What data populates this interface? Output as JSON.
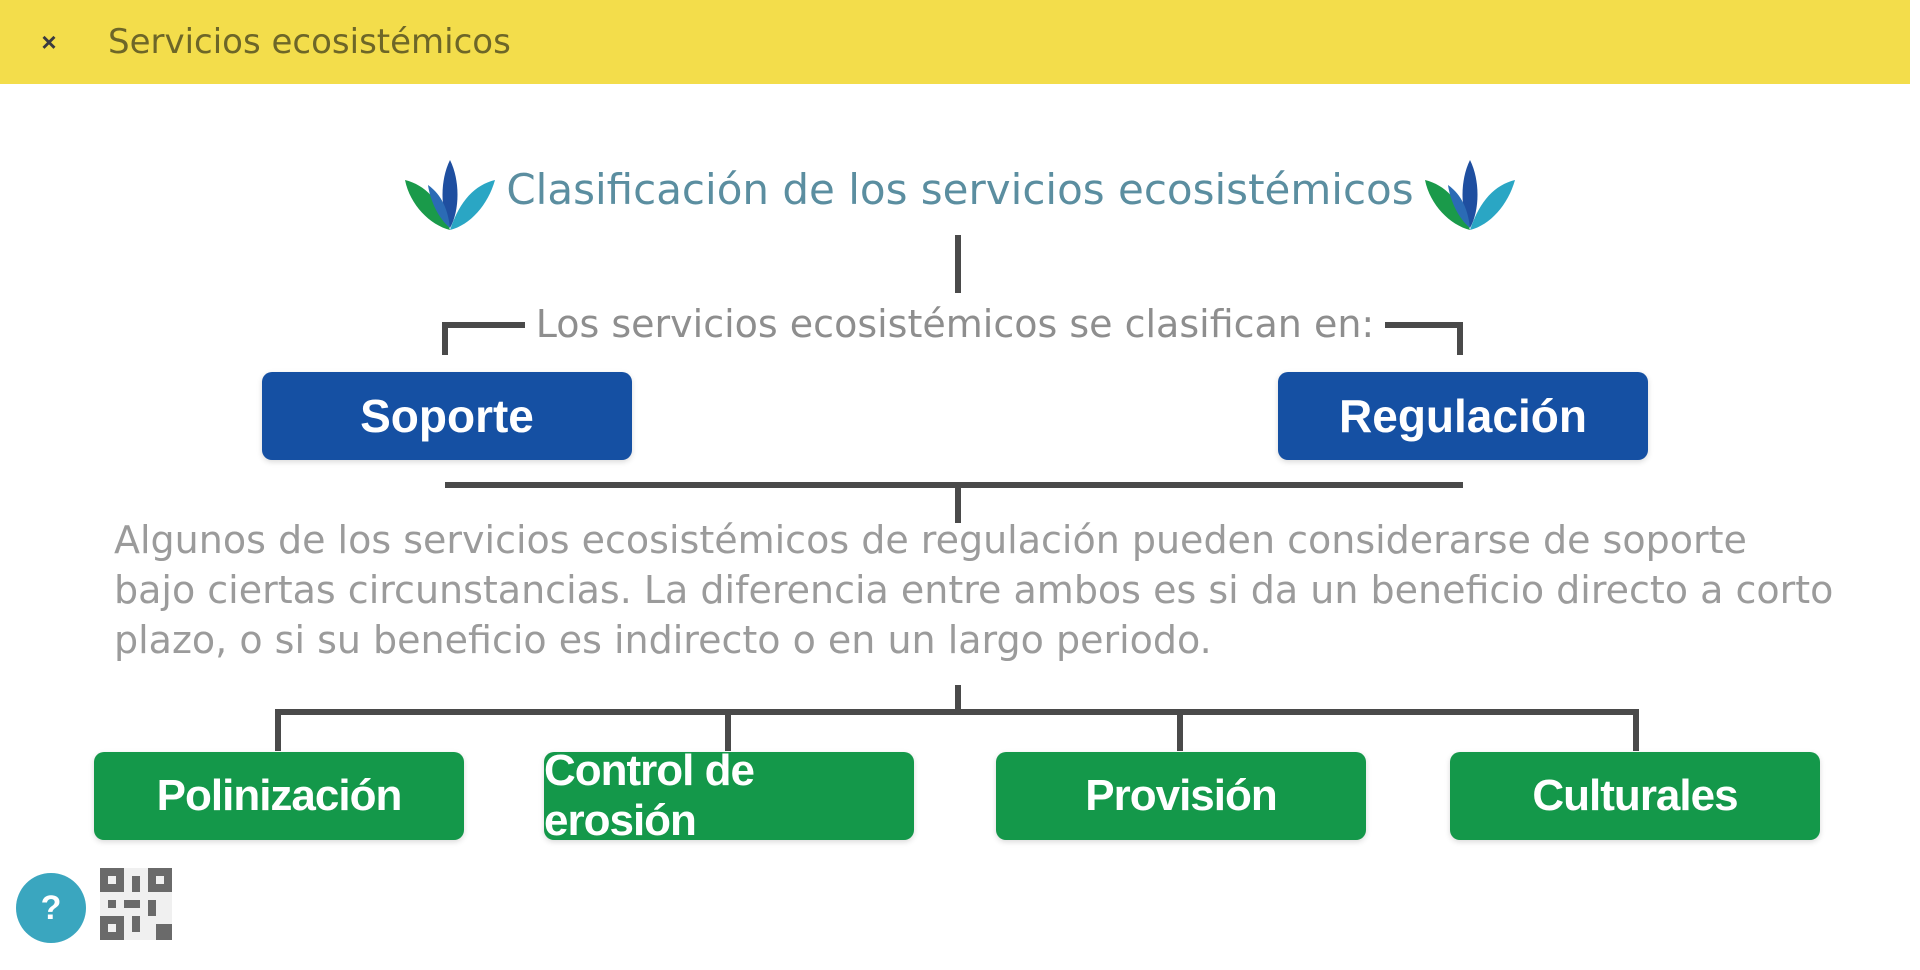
{
  "topbar": {
    "close_symbol": "×",
    "title": "Servicios ecosistémicos"
  },
  "diagram": {
    "title": "Clasificación de los servicios ecosistémicos",
    "subtitle": "Los servicios ecosistémicos se clasifican en:",
    "top_boxes": [
      "Soporte",
      "Regulación"
    ],
    "note": "Algunos de los servicios ecosistémicos de regulación pueden considerarse de soporte bajo ciertas circunstancias. La diferencia entre ambos es si da un beneficio directo a corto plazo, o si su beneficio es indirecto o en un largo periodo.",
    "bottom_boxes": [
      "Polinización",
      "Control de erosión",
      "Provisión",
      "Culturales"
    ]
  },
  "help": {
    "symbol": "?"
  },
  "icons": {
    "leaf_left": "leaf-logo-icon",
    "leaf_right": "leaf-logo-icon",
    "close": "close-icon",
    "qr": "qr-code-icon"
  },
  "colors": {
    "topbar": "#f3dd4b",
    "title": "#5b8ea0",
    "blue_box": "#1550a3",
    "green_box": "#14984a",
    "connector": "#4a4a4a",
    "help": "#3aa6bf"
  }
}
